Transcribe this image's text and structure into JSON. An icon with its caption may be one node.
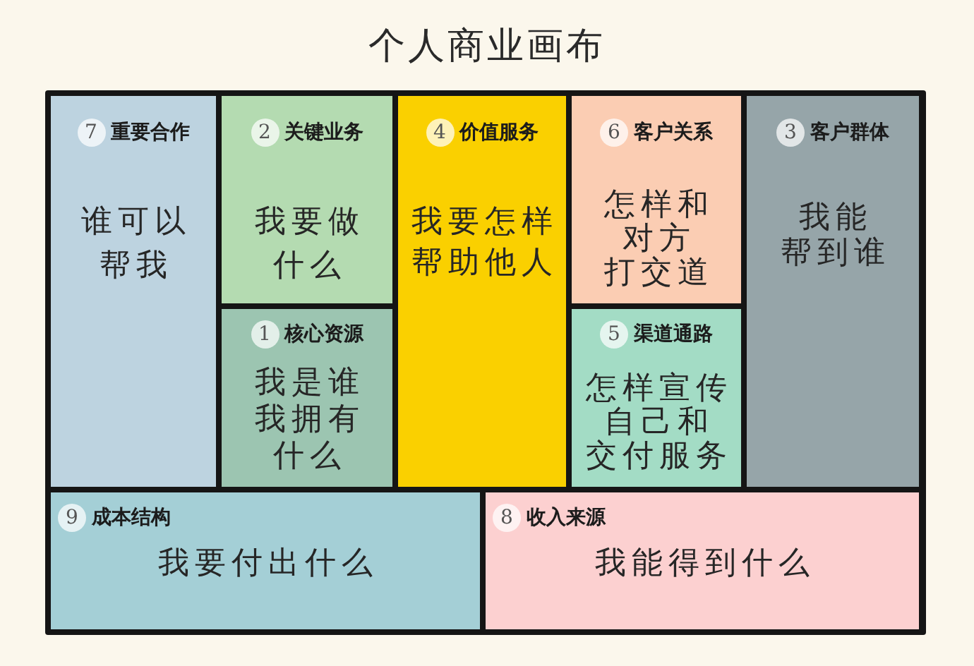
{
  "diagram": {
    "title": "个人商业画布",
    "nodes": [
      {
        "text": [
          "7",
          "重要合作",
          "谁可以帮我"
        ]
      },
      {
        "text": [
          "2",
          "关键业务",
          "我要做什么"
        ]
      },
      {
        "text": [
          "4",
          "价值服务",
          "我要怎样帮助他人"
        ]
      },
      {
        "text": [
          "6",
          "客户关系",
          "怎样和对方打交道"
        ]
      },
      {
        "text": [
          "3",
          "客户群体",
          "我能帮到谁"
        ]
      },
      {
        "text": [
          "1",
          "核心资源",
          "我是谁我拥有什么"
        ]
      },
      {
        "text": [
          "5",
          "渠道通路",
          "怎样宣传自己和交付服务"
        ]
      },
      {
        "text": [
          "9",
          "成本结构",
          "我要付出什么"
        ]
      },
      {
        "text": [
          "8",
          "收入来源",
          "我能得到什么"
        ]
      }
    ]
  }
}
